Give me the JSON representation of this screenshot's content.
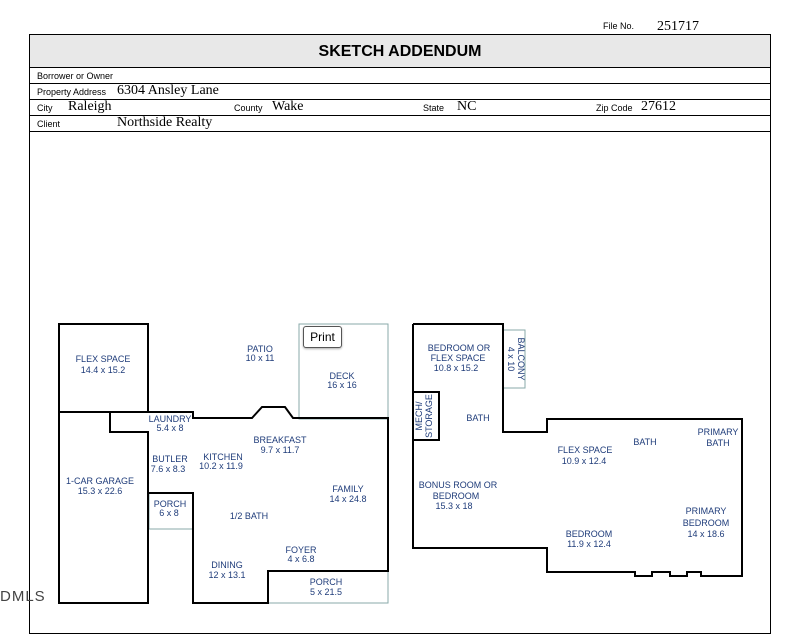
{
  "header": {
    "file_no_label": "File No.",
    "file_no": "251717",
    "title": "SKETCH ADDENDUM"
  },
  "fields": {
    "borrower_label": "Borrower or Owner",
    "property_label": "Property Address",
    "property": "6304 Ansley Lane",
    "city_label": "City",
    "city": "Raleigh",
    "county_label": "County",
    "county": "Wake",
    "state_label": "State",
    "state": "NC",
    "zip_label": "Zip Code",
    "zip": "27612",
    "client_label": "Client",
    "client": "Northside Realty"
  },
  "print_label": "Print",
  "rooms": {
    "flex_space": "FLEX SPACE",
    "flex_space_dim": "14.4 x 15.2",
    "patio": "PATIO",
    "patio_dim": "10 x 11",
    "deck": "DECK",
    "deck_dim": "16 x 16",
    "laundry": "LAUNDRY",
    "laundry_dim": "5.4 x 8",
    "breakfast": "BREAKFAST",
    "breakfast_dim": "9.7 x 11.7",
    "butler": "BUTLER",
    "butler_dim": "7.6 x 8.3",
    "kitchen": "KITCHEN",
    "kitchen_dim": "10.2 x 11.9",
    "garage": "1-CAR GARAGE",
    "garage_dim": "15.3 x 22.6",
    "family": "FAMILY",
    "family_dim": "14 x 24.8",
    "porch_small": "PORCH",
    "porch_small_dim": "6 x 8",
    "half_bath": "1/2 BATH",
    "foyer": "FOYER",
    "foyer_dim": "4 x 6.8",
    "dining": "DINING",
    "dining_dim": "12 x 13.1",
    "porch": "PORCH",
    "porch_dim": "5 x 21.5",
    "bedroom_flex_1": "BEDROOM OR",
    "bedroom_flex_2": "FLEX SPACE",
    "bedroom_flex_dim": "10.8 x 15.2",
    "balcony": "BALCONY",
    "balcony_dim": "4 x 10",
    "mech_1": "MECH/",
    "mech_2": "STORAGE",
    "bath_upper": "BATH",
    "flex_space2": "FLEX SPACE",
    "flex_space2_dim": "10.9 x 12.4",
    "bath_mid": "BATH",
    "primary_bath_1": "PRIMARY",
    "primary_bath_2": "BATH",
    "bonus_1": "BONUS ROOM OR",
    "bonus_2": "BEDROOM",
    "bonus_dim": "15.3 x 18",
    "bedroom": "BEDROOM",
    "bedroom_dim": "11.9 x 12.4",
    "primary_bed_1": "PRIMARY",
    "primary_bed_2": "BEDROOM",
    "primary_bed_dim": "14 x 18.6"
  },
  "watermark": "DMLS"
}
